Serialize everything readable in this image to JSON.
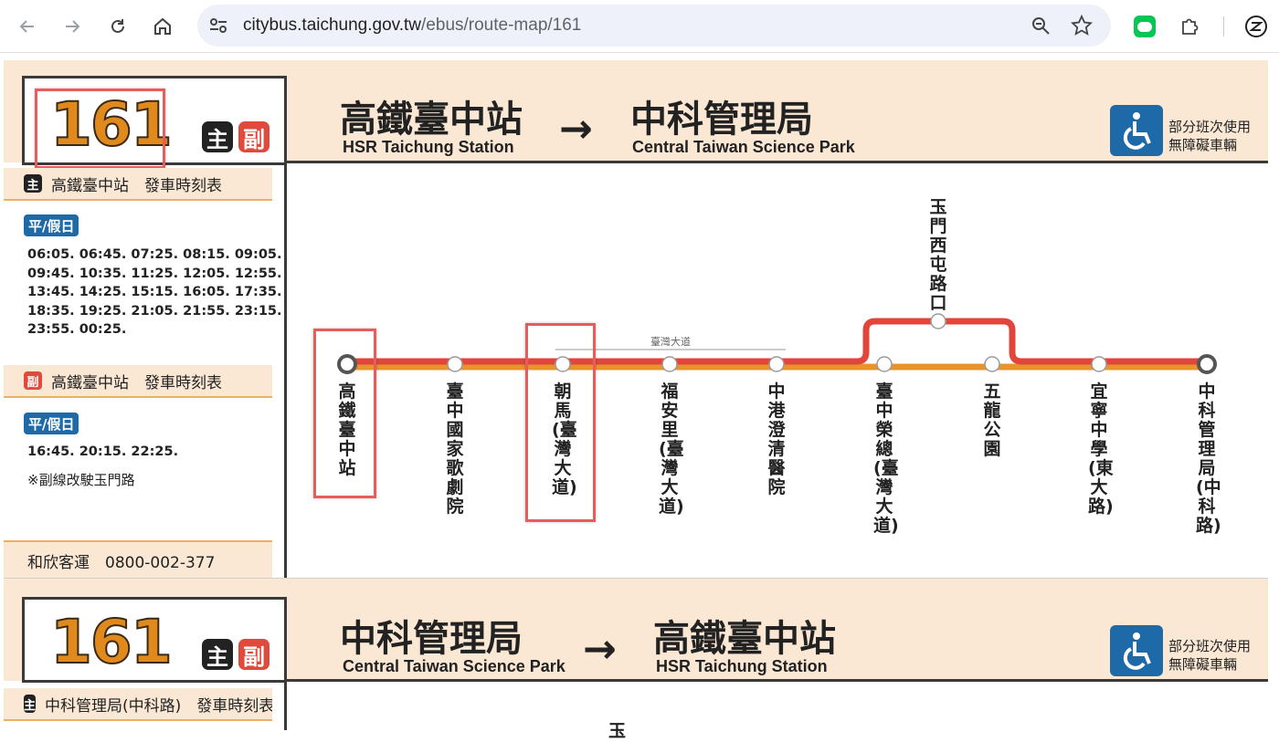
{
  "browser": {
    "url_host": "citybus.taichung.gov.tw",
    "url_path": "/ebus/route-map/161"
  },
  "route1": {
    "number": "161",
    "main_tag": "主",
    "sub_tag": "副",
    "from_zh": "高鐵臺中站",
    "from_en": "HSR Taichung Station",
    "arrow": "→",
    "to_zh": "中科管理局",
    "to_en": "Central Taiwan Science Park",
    "access_line1": "部分班次使用",
    "access_line2": "無障礙車輛"
  },
  "schedule": {
    "main_header": "高鐵臺中站　發車時刻表",
    "main_day": "平/假日",
    "main_times": "06:05. 06:45. 07:25. 08:15. 09:05.\n09:45. 10:35. 11:25. 12:05. 12:55.\n13:45. 14:25. 15:15. 16:05. 17:35.\n18:35. 19:25. 21:05. 21:55. 23:15.\n23:55. 00:25.",
    "sub_header": "高鐵臺中站　發車時刻表",
    "sub_day": "平/假日",
    "sub_times": "16:45. 20:15. 22:25.",
    "sub_note": "※副線改駛玉門路",
    "operator": "和欣客運　0800-002-377"
  },
  "map": {
    "road_label": "臺灣大道",
    "branch_stop": "玉門西屯路口",
    "stops": [
      "高鐵臺中站",
      "臺中國家歌劇院",
      "朝馬(臺灣大道)",
      "福安里(臺灣大道)",
      "中港澄清醫院",
      "臺中榮總(臺灣大道)",
      "五龍公園",
      "宜寧中學(東大路)",
      "中科管理局(中科路)"
    ],
    "line_colors": {
      "main": "#e8942c",
      "sub": "#e2453b"
    }
  },
  "route2": {
    "number": "161",
    "main_tag": "主",
    "sub_tag": "副",
    "from_zh": "中科管理局",
    "from_en": "Central Taiwan Science Park",
    "arrow": "→",
    "to_zh": "高鐵臺中站",
    "to_en": "HSR Taichung Station",
    "access_line1": "部分班次使用",
    "access_line2": "無障礙車輛",
    "schedule_header": "中科管理局(中科路)　發車時刻表",
    "partial_char": "玉"
  }
}
